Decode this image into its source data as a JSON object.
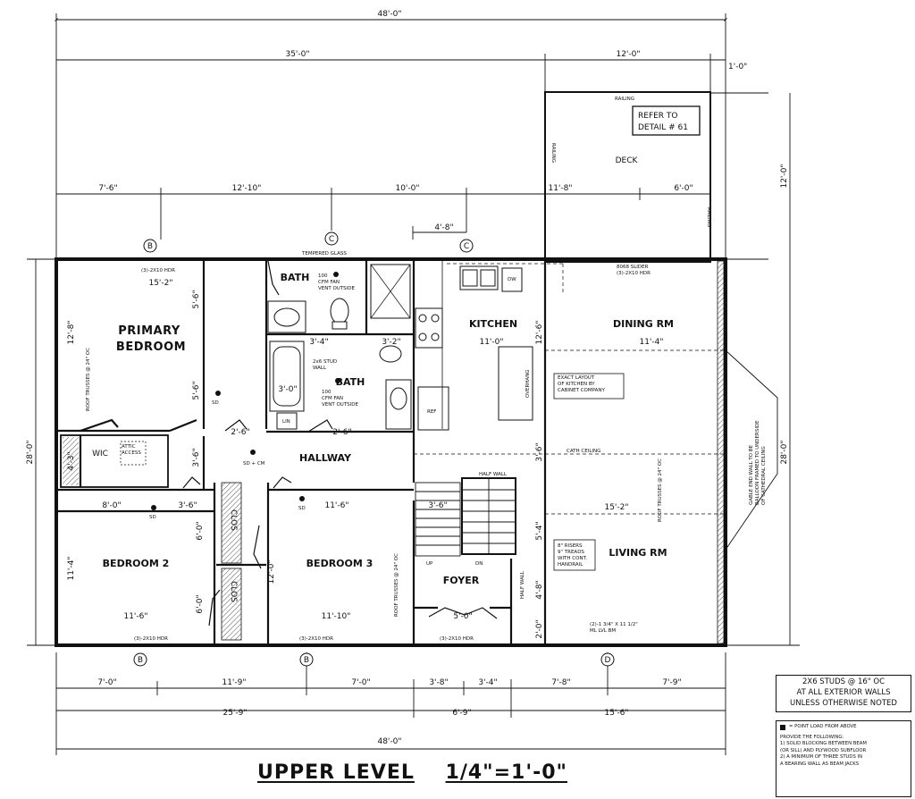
{
  "dimensions": {
    "overall_width_top": "48'-0\"",
    "house_width_top": "35'-0\"",
    "deck_width_top": "12'-0\"",
    "deck_offset": "1'-0\"",
    "deck_depth": "12'-0\"",
    "overall_depth": "28'-0\"",
    "top_row": [
      "7'-6\"",
      "12'-10\"",
      "10'-0\"",
      "11'-8\"",
      "6'-0\""
    ],
    "stair_offset": "4'-8\"",
    "bottom_row": [
      "7'-0\"",
      "11'-9\"",
      "7'-0\"",
      "3'-8\"",
      "3'-4\"",
      "7'-8\"",
      "7'-9\""
    ],
    "bottom_row2": [
      "25'-9\"",
      "6'-9\"",
      "15'-6\""
    ],
    "overall_width_bottom": "48'-0\""
  },
  "grid_markers": [
    "B",
    "C",
    "C",
    "B",
    "B",
    "D"
  ],
  "rooms": {
    "primary_bedroom": "PRIMARY\nBEDROOM",
    "bath_upper": "BATH",
    "bath_lower": "BATH",
    "kitchen": "KITCHEN",
    "dining": "DINING RM",
    "deck": "DECK",
    "hallway": "HALLWAY",
    "wic": "WIC",
    "bedroom2": "BEDROOM 2",
    "bedroom3": "BEDROOM 3",
    "clos1": "CLOS",
    "clos2": "CLOS",
    "foyer": "FOYER",
    "living": "LIVING RM"
  },
  "room_dims": {
    "primary_w": "15'-2\"",
    "primary_h": "12'-8\"",
    "primary_side": "5'-6\"",
    "primary_side2": "5'-6\"",
    "bath_w": "3'-0\"",
    "bath_1": "3'-4\"",
    "bath_2": "3'-2\"",
    "kitchen_w": "11'-0\"",
    "kitchen_h": "12'-6\"",
    "dining_w": "11'-4\"",
    "living_w": "15'-2\"",
    "hall_a": "3'-6\"",
    "hall_b": "2'-6\"",
    "hall_c": "2'-6\"",
    "wic_h": "4'-3\"",
    "bed2_a": "8'-0\"",
    "bed2_b": "3'-6\"",
    "bed2_h": "11'-4\"",
    "bed2_w": "11'-6\"",
    "bed3_w": "11'-6\"",
    "bed3_h": "12'-0\"",
    "bed3_wb": "11'-10\"",
    "clos_a": "6'-0\"",
    "clos_b": "6'-0\"",
    "stair_w": "3'-6\"",
    "living_a": "3'-6\"",
    "living_b": "5'-4\"",
    "living_c": "4'-8\"",
    "living_d": "2'-0\"",
    "foyer_w": "5'-0\""
  },
  "labels": {
    "railing_top": "RAILING",
    "railing_left": "RAILING",
    "railing_right": "RAILING",
    "refer_detail": "REFER TO\nDETAIL # 61",
    "tempered_glass": "TEMPERED GLASS",
    "bath_fan_1": "100\nCFM FAN\nVENT OUTSIDE",
    "bath_fan_2": "100\nCFM FAN\nVENT OUTSIDE",
    "stud_wall": "2x6 STUD\nWALL",
    "hdr_primary": "(3)-2X10 HDR",
    "hdr_slider": "8068 SLIDER\n(3)-2X10 HDR",
    "hdr_bed2": "(3)-2X10 HDR",
    "hdr_bed3": "(3)-2X10 HDR",
    "hdr_foyer": "(3)-2X10 HDR",
    "beam": "(2)-1 3/4\" X 11 1/2\"\nML LVL BM",
    "roof_trusses_1": "ROOF TRUSSES @ 24\" OC",
    "roof_trusses_2": "ROOF TRUSSES @ 24\" OC",
    "roof_trusses_3": "ROOF TRUSSES @ 24\" OC",
    "cath_ceiling": "CATH CEILING",
    "kitchen_layout": "EXACT LAYOUT\nOF KITCHEN BY\nCABINET COMPANY",
    "overhang": "OVERHANG",
    "gable_note": "GABLE END WALL TO BE\nBALLOON FRAMED TO UNDERSIDE\nOF CATHEDRAL CEILING",
    "half_wall_1": "HALF WALL",
    "half_wall_2": "HALF WALL",
    "attic": "ATTIC\nACCESS",
    "stair_note": "8\" RISERS\n9\" TREADS\nWITH CONT.\nHANDRAIL",
    "up": "UP",
    "dn": "DN",
    "sd": "SD",
    "sd_cm": "SD + CM",
    "ref": "REF",
    "dw": "DW",
    "lin": "LIN"
  },
  "notes": {
    "studs": [
      "2X6 STUDS @ 16\" OC",
      "AT ALL EXTERIOR WALLS",
      "UNLESS OTHERWISE NOTED"
    ],
    "point_load": "= POINT LOAD FROM ABOVE",
    "provide": "PROVIDE THE FOLLOWING:",
    "provide_items": [
      "1) SOLID BLOCKING BETWEEN BEAM",
      "(OR SILL) AND PLYWOOD SUBFLOOR",
      "2) A MINIMUM OF THREE STUDS IN",
      "A BEARING WALL AS BEAM JACKS"
    ]
  },
  "title": {
    "name": "UPPER LEVEL",
    "scale": "1/4\"=1'-0\""
  }
}
